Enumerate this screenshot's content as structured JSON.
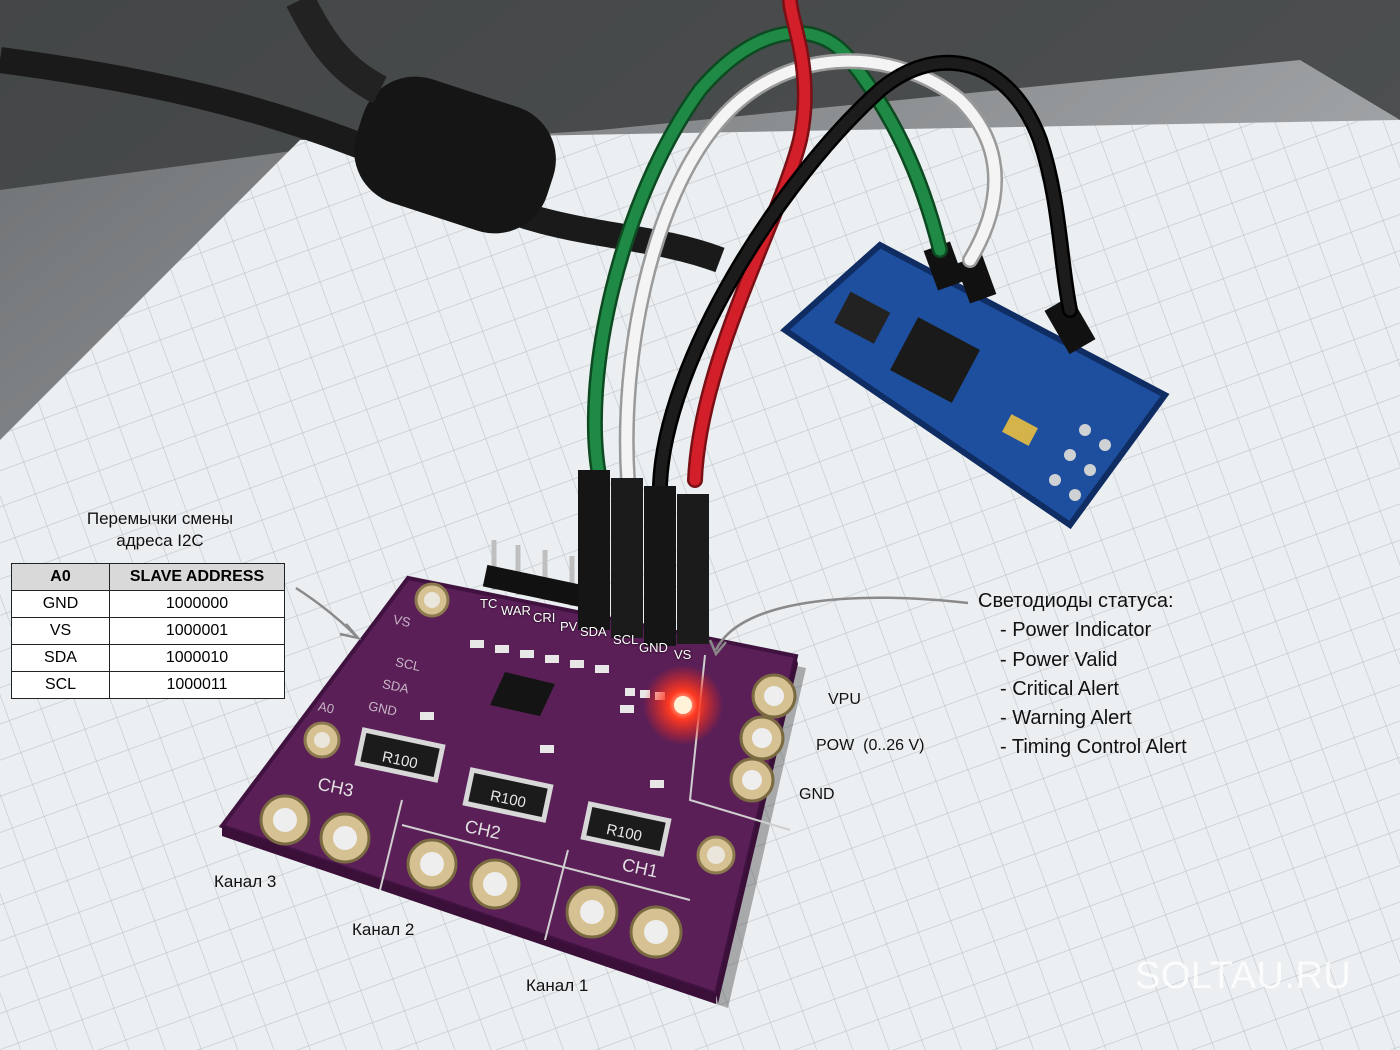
{
  "address_jumpers": {
    "caption_line1": "Перемычки смены",
    "caption_line2": "адреса I2C",
    "headers": [
      "A0",
      "SLAVE ADDRESS"
    ],
    "rows": [
      [
        "GND",
        "1000000"
      ],
      [
        "VS",
        "1000001"
      ],
      [
        "SDA",
        "1000010"
      ],
      [
        "SCL",
        "1000011"
      ]
    ]
  },
  "header_pins": [
    "TC",
    "WAR",
    "CRI",
    "PV",
    "SDA",
    "SCL",
    "GND",
    "VS"
  ],
  "status_leds": {
    "title": "Светодиоды статуса:",
    "items": [
      "- Power Indicator",
      "- Power Valid",
      "- Critical Alert",
      "- Warning Alert",
      "- Timing Control Alert"
    ]
  },
  "power_terminals": {
    "vpu": "VPU",
    "pow": "POW  (0..26 V)",
    "gnd": "GND"
  },
  "channels": [
    "Канал 3",
    "Канал 2",
    "Канал 1"
  ],
  "silkscreen": {
    "resistor": "R100",
    "ch3": "CH3",
    "ch2": "CH2",
    "ch1": "CH1",
    "jumper_labels": [
      "VS",
      "SCL",
      "SDA",
      "GND",
      "A0"
    ]
  },
  "watermark": "SOLTAU.RU",
  "colors": {
    "pcb": "#5b1f57",
    "wire_green": "#1e8a45",
    "wire_white": "#f2f2f2",
    "wire_red": "#d21f2a",
    "wire_black": "#111111",
    "arduino_blue": "#1d4f9e",
    "led_red": "#ff2a1a"
  }
}
